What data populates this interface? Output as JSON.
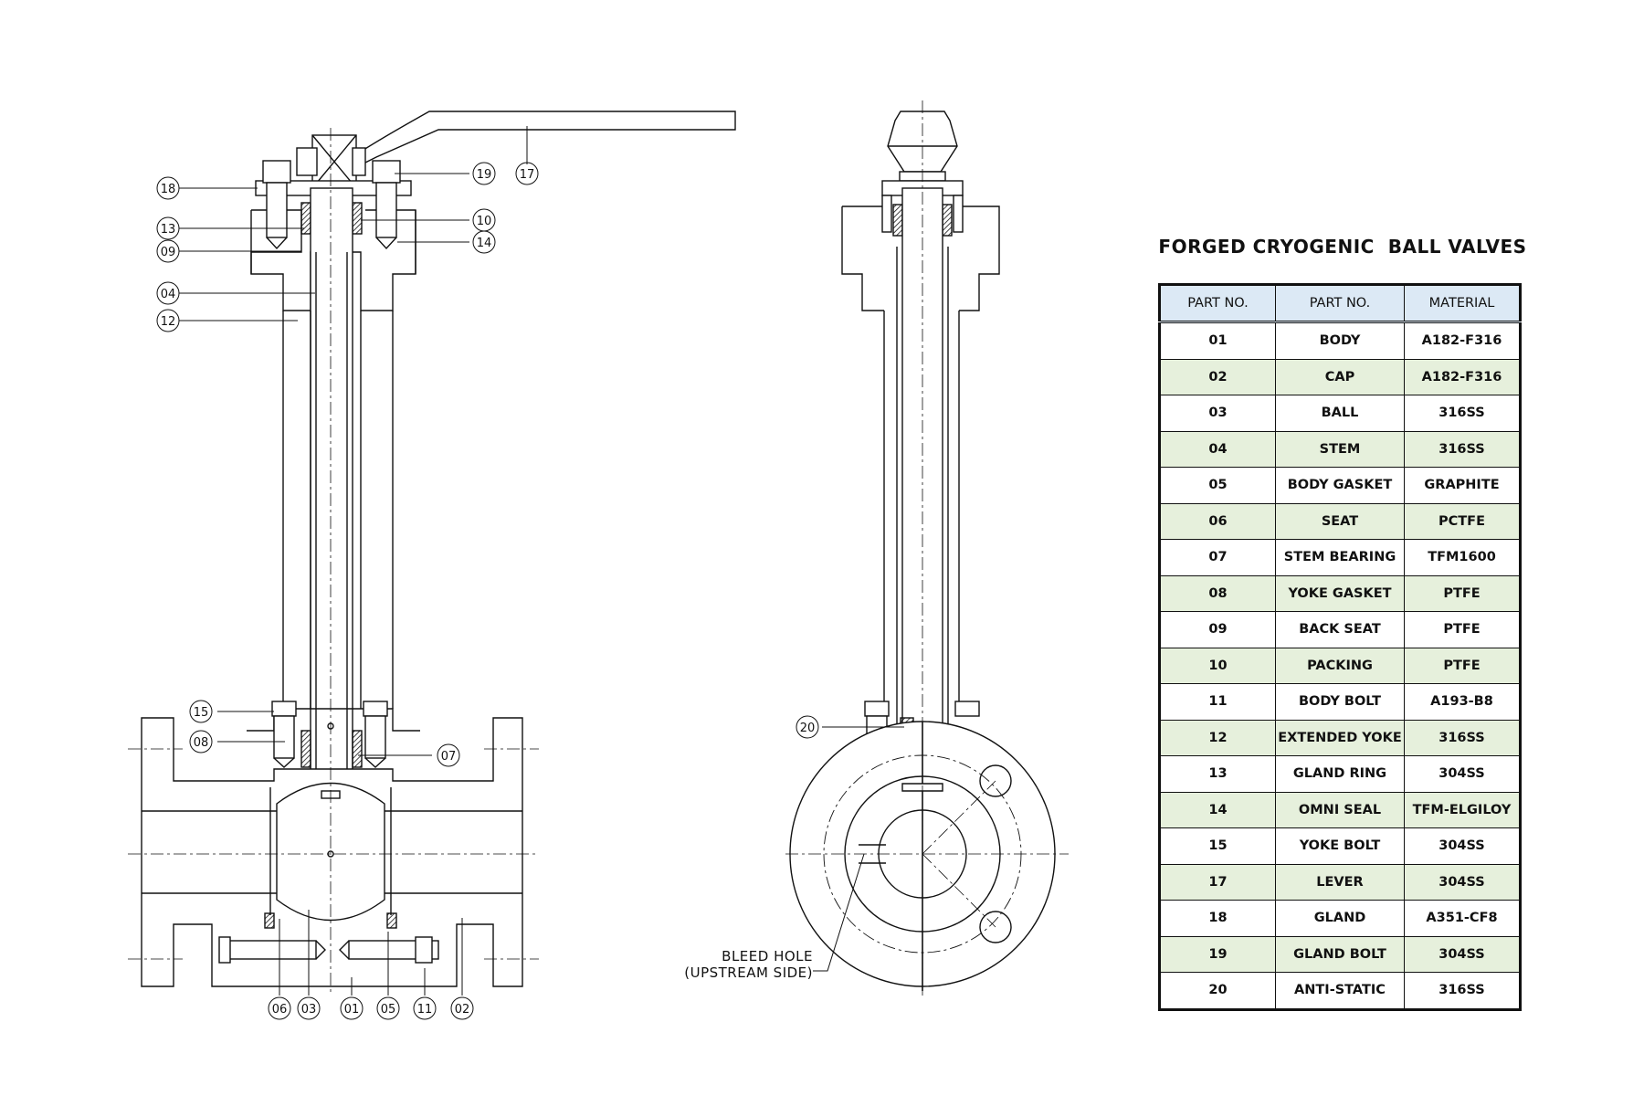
{
  "title": "FORGED CRYOGENIC  BALL VALVES",
  "table": {
    "headers": [
      "PART NO.",
      "PART NO.",
      "MATERIAL"
    ],
    "rows": [
      [
        "01",
        "BODY",
        "A182-F316"
      ],
      [
        "02",
        "CAP",
        "A182-F316"
      ],
      [
        "03",
        "BALL",
        "316SS"
      ],
      [
        "04",
        "STEM",
        "316SS"
      ],
      [
        "05",
        "BODY GASKET",
        "GRAPHITE"
      ],
      [
        "06",
        "SEAT",
        "PCTFE"
      ],
      [
        "07",
        "STEM BEARING",
        "TFM1600"
      ],
      [
        "08",
        "YOKE GASKET",
        "PTFE"
      ],
      [
        "09",
        "BACK SEAT",
        "PTFE"
      ],
      [
        "10",
        "PACKING",
        "PTFE"
      ],
      [
        "11",
        "BODY BOLT",
        "A193-B8"
      ],
      [
        "12",
        "EXTENDED YOKE",
        "316SS"
      ],
      [
        "13",
        "GLAND RING",
        "304SS"
      ],
      [
        "14",
        "OMNI SEAL",
        "TFM-ELGILOY"
      ],
      [
        "15",
        "YOKE BOLT",
        "304SS"
      ],
      [
        "17",
        "LEVER",
        "304SS"
      ],
      [
        "18",
        "GLAND",
        "A351-CF8"
      ],
      [
        "19",
        "GLAND BOLT",
        "304SS"
      ],
      [
        "20",
        "ANTI-STATIC",
        "316SS"
      ]
    ]
  },
  "callouts": {
    "front": [
      "18",
      "13",
      "09",
      "04",
      "12",
      "19",
      "17",
      "10",
      "14",
      "15",
      "08",
      "07",
      "06",
      "03",
      "01",
      "05",
      "11",
      "02"
    ],
    "side": [
      "20"
    ]
  },
  "notes": {
    "bleed_hole_line1": "BLEED HOLE",
    "bleed_hole_line2": "(UPSTREAM SIDE)"
  },
  "colors": {
    "line": "#111111",
    "header_bg": "#dce9f5",
    "alt_row_bg": "#e6f0dc"
  }
}
